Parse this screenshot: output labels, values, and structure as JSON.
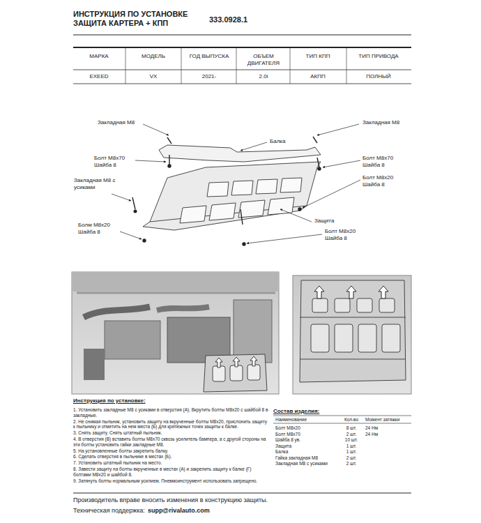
{
  "diagram": {
    "title": "ИНСТРУКЦИЯ ПО УСТАНОВКЕ ЗАЩИТА КАРТЕРА + КПП",
    "labels": [
      "333.0928.1",
      "МАРКА",
      "МОДЕЛЬ",
      "ГОД ВЫПУСКА",
      "ОБЪЕМ ДВИГАТЕЛЯ",
      "ТИП КПП",
      "ТИП ПРИВОДА",
      "EXEED",
      "VX",
      "2021-",
      "2.0i",
      "АКПП",
      "ПОЛНЫЙ",
      "Закладная М8",
      "Закладная М8",
      "Балка",
      "Болт М8х70 Шайба 8",
      "Болт М8х70 Шайба 8",
      "Закладная М8 с усиками",
      "Болт М8х20 Шайба 8",
      "Болм М8х20 Шайба 8",
      "Защита",
      "Болт М8х20 Шайба 8",
      "Инструкция по установке:",
      "1. Установить закладные М8 с усиками в отверстия (А). Вкрутить болты М8х20 с шайбой 8 в закладные.",
      "2. Не снимая пыльник, установить защиту на вкрученные болты М8х20, прислонить защиту к пыльнику и отметить на нем места (Б) для крепежных точек защиты к балке.",
      "3. Снять защиту. Снять штатный пыльник.",
      "4. В отверстия (В) вставить болты М8х70 сквозь усилитель бампера, а с другой стороны на эти болты установить гайки закладные М8.",
      "5. На установленные болты закрепить балку.",
      "6. Сделать отверстия в пыльнике в местах (Б).",
      "7. Установить штатный пыльник на место.",
      "8. Завести защиту на болты вкрученные в местах (А) и закрепить защиту к балке (Г) болтами М8х20 и шайбой 8.",
      "9. Затянуть болты нормальным усилием. Пневмоинструмент использовать запрещено.",
      "Состав изделия:",
      "Наименование",
      "Кол-во",
      "Момент затяжки",
      "Болт М8х20",
      "8 шт.",
      "24 Нм",
      "Болт М8х70",
      "2 шт.",
      "24 Нм",
      "Шайба 8 ув.",
      "10 шт.",
      "Защита",
      "1 шт.",
      "Балка",
      "1 шт.",
      "Гайка закладная М8",
      "2 шт.",
      "Закладная М8 с усиками",
      "2 шт.",
      "Производитель вправе вносить изменения в конструкцию защиты.",
      "Техническая поддержка:",
      "supp@rivalauto.com"
    ]
  }
}
